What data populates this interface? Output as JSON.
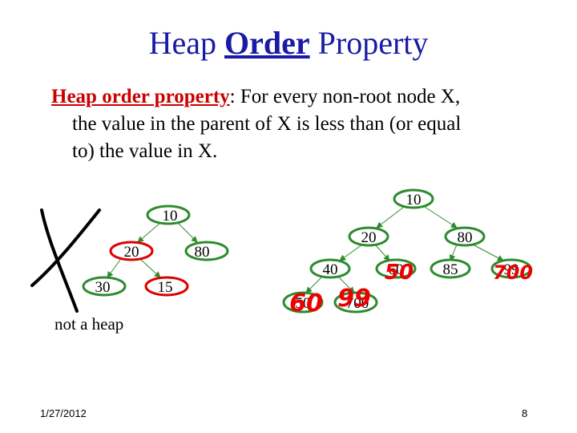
{
  "slide": {
    "title_pre": "Heap ",
    "title_bold": "Order",
    "title_post": " Property",
    "definition_term": "Heap order property",
    "definition_line1": ": For every non-root node X,",
    "definition_line2": "the value in the parent of X is less than (or equal",
    "definition_line3": "to) the value in X.",
    "not_heap_caption": "not a heap",
    "date": "1/27/2012",
    "page_number": "8"
  },
  "left_tree": {
    "nodes": [
      "10",
      "20",
      "80",
      "30",
      "15"
    ]
  },
  "right_tree": {
    "nodes": [
      "10",
      "20",
      "80",
      "40",
      "60",
      "85",
      "99",
      "50",
      "700"
    ]
  },
  "annotations": {
    "handwritten": [
      "50",
      "700",
      "60",
      "99"
    ]
  },
  "colors": {
    "title": "#1a1aa6",
    "term": "#cc0000",
    "node_ok": "#2e8b2e",
    "node_bad": "#dd0000",
    "handwriting": "#ee0000",
    "edge": "#2e8b2e"
  }
}
